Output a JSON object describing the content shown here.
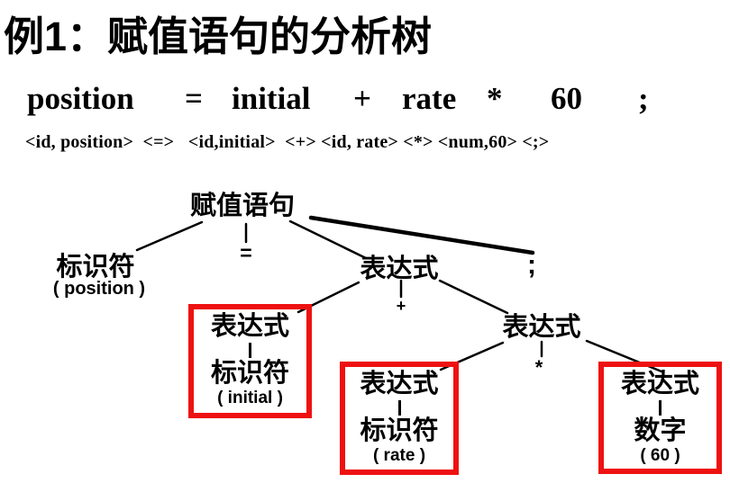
{
  "title": "例1：赋值语句的分析树",
  "statement": {
    "tokens": [
      "position",
      "=",
      "initial",
      "+",
      "rate",
      "*",
      "60",
      ";"
    ],
    "token_stream": "<id, position>  <=>   <id,initial>  <+> <id, rate> <*> <num,60> <;>"
  },
  "tree": {
    "root": "赋值语句",
    "identifier_label": "标识符",
    "identifier_value": "( position )",
    "assign_op": "=",
    "expr1": "表达式",
    "semicolon": ";",
    "plus_op": "+",
    "expr2": "表达式",
    "times_op": "*",
    "boxes": [
      {
        "top": "表达式",
        "mid": "标识符",
        "leaf": "( initial )"
      },
      {
        "top": "表达式",
        "mid": "标识符",
        "leaf": "( rate )"
      },
      {
        "top": "表达式",
        "mid": "数字",
        "leaf": "( 60 )"
      }
    ]
  },
  "colors": {
    "background": "#ffffff",
    "text": "#000000",
    "highlight_box": "#ee1111"
  }
}
